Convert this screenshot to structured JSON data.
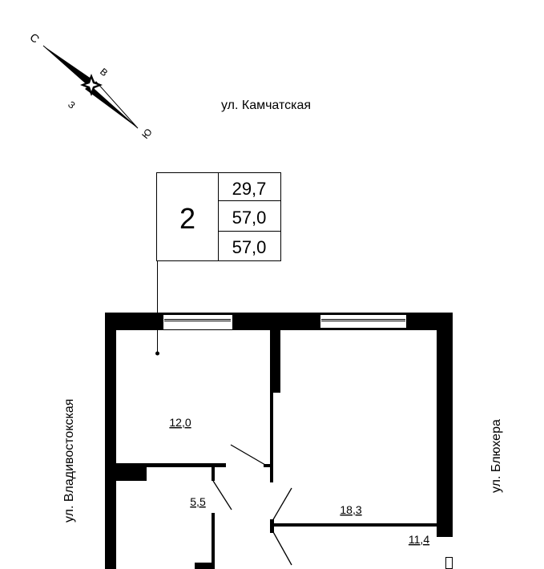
{
  "compass": {
    "north": "С",
    "south": "Ю",
    "east": "В",
    "west": "З"
  },
  "streets": {
    "top": "ул. Камчатская",
    "left": "ул. Владивостокская",
    "right": "ул. Блюхера"
  },
  "apartment_table": {
    "rooms": "2",
    "living_area": "29,7",
    "total_area": "57,0",
    "total_area_with_balcony": "57,0"
  },
  "rooms": {
    "room_top_left": "12,0",
    "bathroom": "5,5",
    "room_right": "18,3",
    "kitchen": "11,4"
  },
  "colors": {
    "wall": "#000000",
    "background": "#ffffff"
  }
}
